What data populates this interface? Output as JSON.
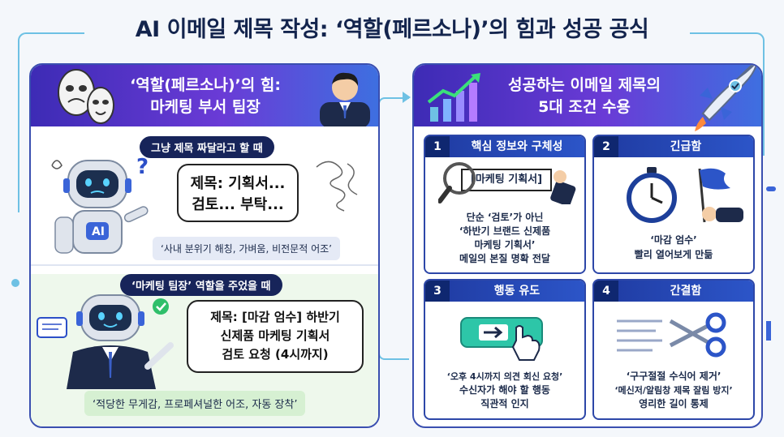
{
  "title": "AI 이메일 제목 작성: ‘역할(페르소나)’의 힘과 성공 공식",
  "left_panel": {
    "header_line1": "‘역할(페르소나)’의 힘:",
    "header_line2": "마케팅 부서 팀장",
    "scenario1": {
      "label": "그냥 제목 짜달라고 할 때",
      "bubble_line1": "제목: 기획서...",
      "bubble_line2": "검토... 부탁...",
      "robot_badge": "AI",
      "result": "‘사내 분위기 해칭, 가벼움, 비전문적 어조’"
    },
    "scenario2": {
      "label": "‘마케팅 팀장’ 역할을 주었을 때",
      "bubble_line1": "제목: [마감 엄수] 하반기",
      "bubble_line2": "신제품 마케팅 기획서",
      "bubble_line3": "검토 요청 (4시까지)",
      "result": "‘적당한 무게감, 프로페셔널한 어조, 자동 장착’"
    }
  },
  "right_panel": {
    "header_line1": "성공하는 이메일 제목의",
    "header_line2": "5대 조건 수용",
    "cards": [
      {
        "num": "1",
        "title": "핵심 정보와 구체성",
        "tag": "[마케팅 기획서]",
        "lines": [
          "단순 ‘검토’가 아닌",
          "‘하반기 브랜드 신제품",
          "마케팅 기획서’",
          "메일의 본질 명확 전달"
        ]
      },
      {
        "num": "2",
        "title": "긴급함",
        "lines": [
          "‘마감 엄수’",
          "빨리 열어보게 만듦"
        ]
      },
      {
        "num": "3",
        "title": "행동 유도",
        "lines": [
          "‘오후 4시까지 의견 회신 요청’",
          "수신자가 해야 할 행동",
          "직관적 인지"
        ]
      },
      {
        "num": "4",
        "title": "간결함",
        "lines": [
          "‘구구절절 수식어 제거’",
          "‘메신저/알림창 제목 잘림 방지’",
          "영리한 길이 통제"
        ]
      }
    ]
  },
  "colors": {
    "header_gradient_start": "#3d2bb5",
    "header_gradient_end": "#3e6fe0",
    "accent_blue": "#2c55c8",
    "connector": "#6ec1e4"
  }
}
